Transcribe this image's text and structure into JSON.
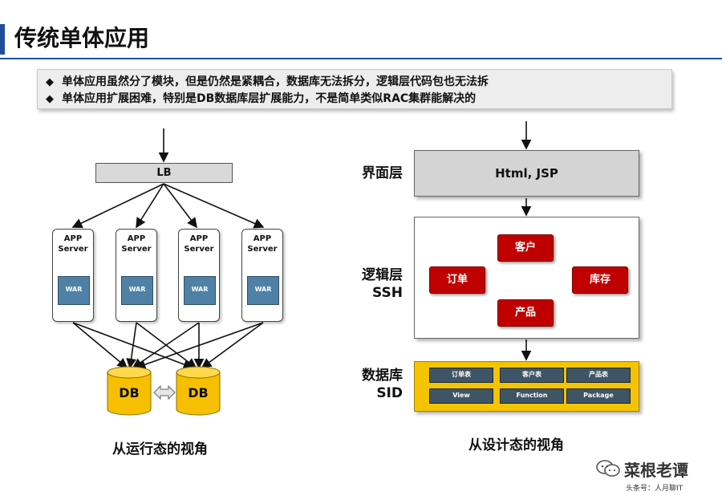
{
  "header": {
    "title": "传统单体应用"
  },
  "bullets": {
    "marker": "◆",
    "items": [
      "单体应用虽然分了模块，但是仍然是紧耦合，数据库无法拆分，逻辑层代码包也无法拆",
      "单体应用扩展困难，特别是DB数据库层扩展能力，不是简单类似RAC集群能解决的"
    ]
  },
  "runtime_view": {
    "lb_label": "LB",
    "servers": [
      {
        "line1": "APP",
        "line2": "Server",
        "war": "WAR"
      },
      {
        "line1": "APP",
        "line2": "Server",
        "war": "WAR"
      },
      {
        "line1": "APP",
        "line2": "Server",
        "war": "WAR"
      },
      {
        "line1": "APP",
        "line2": "Server",
        "war": "WAR"
      }
    ],
    "databases": [
      "DB",
      "DB"
    ],
    "caption": "从运行态的视角"
  },
  "design_view": {
    "ui_layer": {
      "label": "界面层",
      "content": "Html, JSP"
    },
    "logic_layer": {
      "label_line1": "逻辑层",
      "label_line2": "SSH",
      "nodes": {
        "customer": "客户",
        "order": "订单",
        "inventory": "库存",
        "product": "产品"
      }
    },
    "db_layer": {
      "label_line1": "数据库",
      "label_line2": "SID",
      "tables": [
        "订单表",
        "客户表",
        "产品表",
        "View",
        "Function",
        "Package"
      ]
    },
    "caption": "从设计态的视角"
  },
  "watermark": {
    "name": "菜根老谭",
    "sub": "头条号：人月聊IT"
  },
  "colors": {
    "title_accent": "#1f4e9c",
    "node_red": "#c00000",
    "db_yellow": "#f5c400",
    "war_blue": "#4f81a6"
  }
}
